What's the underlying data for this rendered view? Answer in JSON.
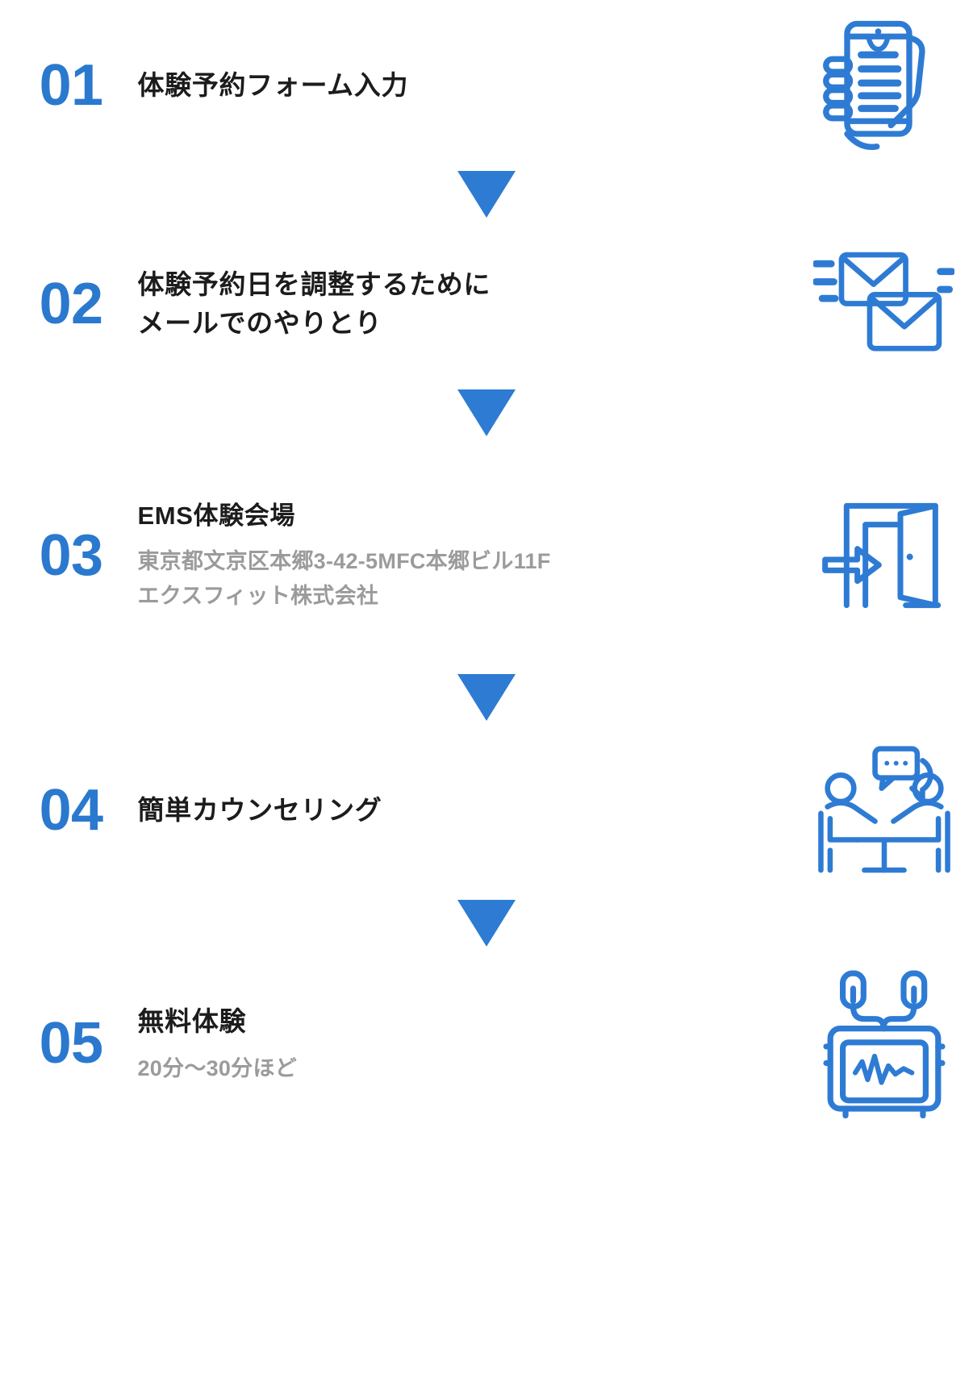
{
  "theme": {
    "accent_blue": "#2a79ce",
    "arrow_blue": "#2e7bd4",
    "card_bg": "#ffffff",
    "title_color": "#1c1c1c",
    "subtitle_color": "#9b9b9b"
  },
  "flow": {
    "steps": [
      {
        "number": "01",
        "title": "体験予約フォーム入力",
        "subtitle": "",
        "detail": "",
        "icon": "hand-holding-phone-form-icon"
      },
      {
        "number": "02",
        "title_line1": "体験予約日を調整するために",
        "title_line2": "メールでのやりとり",
        "subtitle": "",
        "icon": "email-envelopes-icon"
      },
      {
        "number": "03",
        "title": "EMS体験会場",
        "subtitle_line1": "東京都文京区本郷3-42-5MFC本郷ビル11F",
        "subtitle_line2": "エクスフィット株式会社",
        "icon": "open-door-entry-arrow-icon"
      },
      {
        "number": "04",
        "title": "簡単カウンセリング",
        "subtitle": "",
        "icon": "counseling-two-people-chat-icon"
      },
      {
        "number": "05",
        "title": "無料体験",
        "subtitle": "20分〜30分ほど",
        "icon": "ems-machine-icon"
      }
    ],
    "connectors": [
      {
        "name": "arrow-down-1"
      },
      {
        "name": "arrow-down-2"
      },
      {
        "name": "arrow-down-3"
      },
      {
        "name": "arrow-down-4"
      }
    ]
  }
}
